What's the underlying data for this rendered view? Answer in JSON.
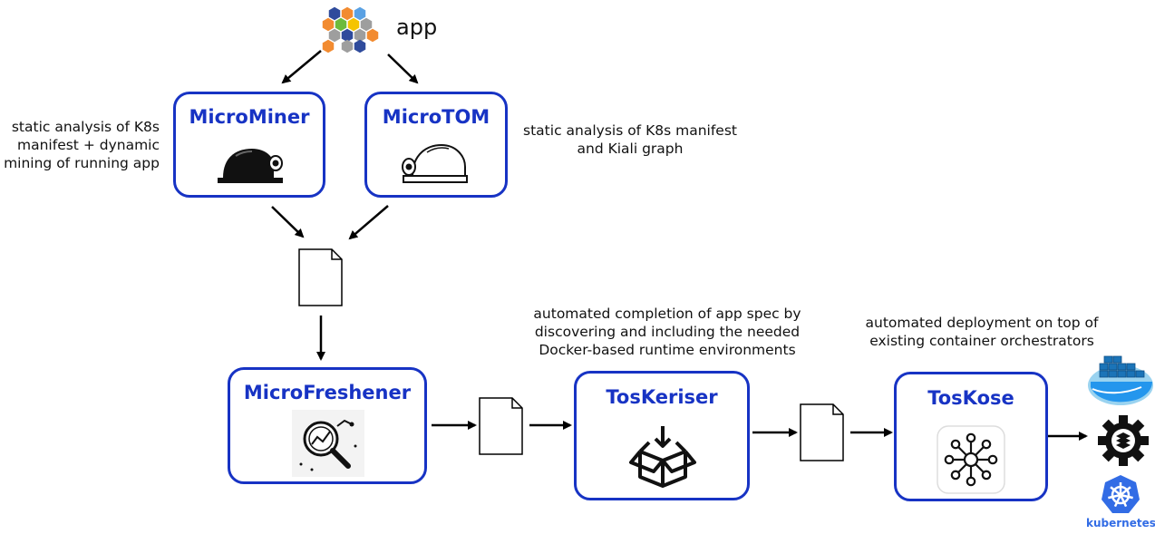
{
  "app": {
    "label": "app"
  },
  "boxes": {
    "microminer": {
      "title": "MicroMiner"
    },
    "microtom": {
      "title": "MicroTOM"
    },
    "microfreshener": {
      "title": "MicroFreshener"
    },
    "toskeriser": {
      "title": "TosKeriser"
    },
    "toskose": {
      "title": "TosKose"
    }
  },
  "notes": {
    "microminer": [
      "static analysis of K8s",
      "manifest + dynamic",
      "mining of running app"
    ],
    "microtom": [
      "static analysis of K8s manifest",
      "and Kiali graph"
    ],
    "toskeriser": [
      "automated completion of app spec by",
      "discovering and including the needed",
      "Docker-based runtime environments"
    ],
    "toskose": [
      "automated deployment on top of",
      "existing container orchestrators"
    ]
  },
  "orchestrators": {
    "kubernetes_label": "kubernetes"
  },
  "colors": {
    "accent": "#1733c4",
    "k8s": "#326ce5",
    "docker": "#2496ed"
  }
}
